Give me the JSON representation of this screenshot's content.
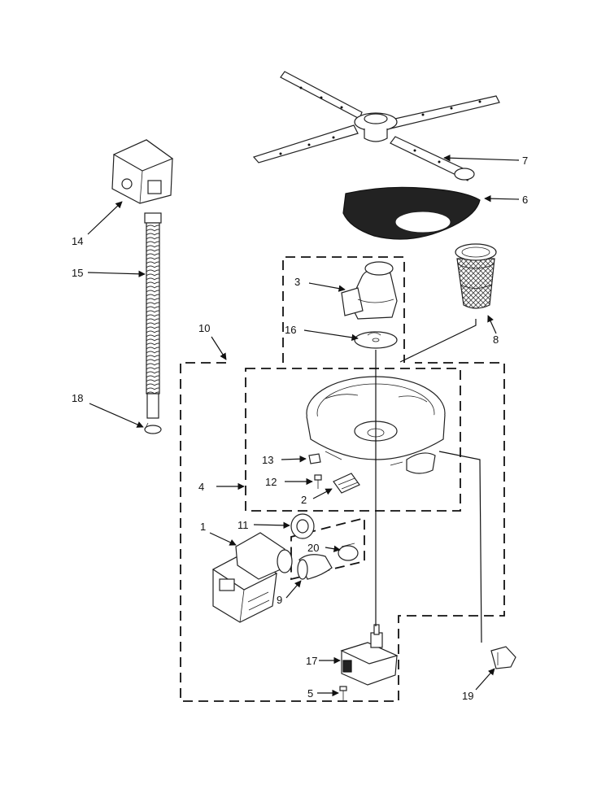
{
  "callouts": {
    "c1": "1",
    "c2": "2",
    "c3": "3",
    "c4": "4",
    "c5": "5",
    "c6": "6",
    "c7": "7",
    "c8": "8",
    "c9": "9",
    "c10": "10",
    "c11": "11",
    "c12": "12",
    "c13": "13",
    "c14": "14",
    "c15": "15",
    "c16": "16",
    "c17": "17",
    "c18": "18",
    "c19": "19",
    "c20": "20"
  },
  "colors": {
    "line": "#111111",
    "background": "#ffffff",
    "filter_mesh": "#444444"
  }
}
